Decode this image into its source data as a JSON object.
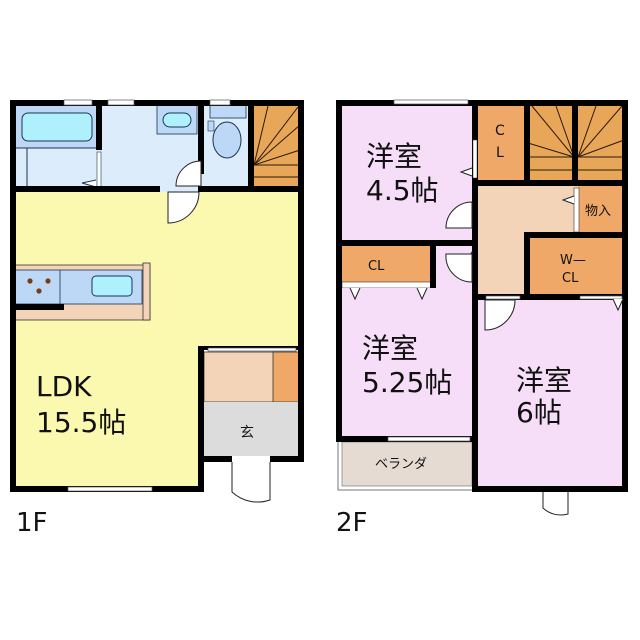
{
  "colors": {
    "wall": "#000000",
    "ldk": "#fbf8b0",
    "wet": "#dcecfb",
    "fixture": "#aef0fb",
    "fixture_base": "#bcd8f6",
    "stairs": "#e8a659",
    "storage": "#f0a868",
    "hall": "#f3d4b8",
    "entrance": "#dcdcdc",
    "western_room": "#f6def8",
    "balcony": "#e6dbd3",
    "burner": "#7a3b10"
  },
  "floor1": {
    "label": "1F",
    "ldk": {
      "name": "LDK",
      "size": "15.5帖"
    },
    "entrance": {
      "name": "玄"
    }
  },
  "floor2": {
    "label": "2F",
    "room1": {
      "name": "洋室",
      "size": "4.5帖"
    },
    "room2": {
      "name": "洋室",
      "size": "5.25帖"
    },
    "room3": {
      "name": "洋室",
      "size": "6帖"
    },
    "closet_c": "C",
    "closet_l": "L",
    "closet": "CL",
    "storage": "物入",
    "walkin_top": "W—",
    "walkin_bottom": "CL",
    "balcony": "ベランダ"
  }
}
